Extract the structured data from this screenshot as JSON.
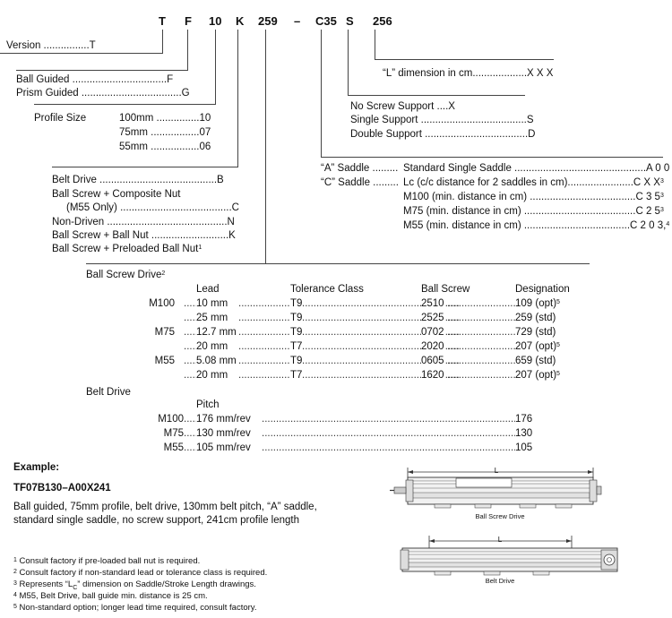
{
  "code": {
    "T": "T",
    "F": "F",
    "size": "10",
    "drive": "K",
    "screw": "259",
    "dash": "–",
    "saddle": "C35",
    "support": "S",
    "length": "256"
  },
  "version": {
    "label": "Version ................T"
  },
  "length": {
    "label": "“L” dimension in cm...................X X X"
  },
  "guide": {
    "ball": "Ball Guided .................................F",
    "prism": "Prism Guided ...................................G"
  },
  "support": {
    "none": "No Screw Support ....X",
    "single": "Single Support .....................................S",
    "double": "Double Support ....................................D"
  },
  "profile": {
    "label": "Profile Size",
    "r100": "100mm ...............10",
    "r75": "75mm .................07",
    "r55": "55mm .................06"
  },
  "drive": {
    "belt": "Belt Drive .........................................B",
    "composite1": "Ball Screw + Composite Nut",
    "composite2": "(M55 Only) .......................................C",
    "nondriven": "Non-Driven ..........................................N",
    "ballnut": "Ball Screw + Ball Nut ...........................K",
    "preloaded": "Ball Screw + Preloaded Ball Nut",
    "preloaded_sup": "1"
  },
  "saddle": {
    "a_label": "“A” Saddle .........",
    "a_value": "Standard Single Saddle ..............................................A 0 0",
    "c_label": "“C” Saddle .........",
    "c_value": "Lc (c/c distance for 2 saddles in cm).......................C X X",
    "c_sup": "3",
    "m100": "M100 (min. distance in cm) .....................................C 3 5",
    "m100_sup": "3",
    "m75": "M75 (min. distance in cm) .......................................C 2 5",
    "m75_sup": "3",
    "m55": "M55 (min. distance in cm) .....................................C 2 0 3,",
    "m55_sup": "4"
  },
  "ballscrew": {
    "title": "Ball Screw Drive",
    "title_sup": "2",
    "headers": [
      "Lead",
      "Tolerance Class",
      "Ball Screw",
      "Designation"
    ],
    "rows": [
      {
        "model": "M100",
        "lead": "10 mm",
        "tol": "T9",
        "screw": "2510",
        "des": "109 (opt)",
        "sup": "5"
      },
      {
        "model": "",
        "lead": "25 mm",
        "tol": "T9",
        "screw": "2525",
        "des": "259 (std)",
        "sup": ""
      },
      {
        "model": "M75",
        "lead": "12.7 mm",
        "tol": "T9",
        "screw": "0702",
        "des": "729 (std)",
        "sup": ""
      },
      {
        "model": "",
        "lead": "20 mm",
        "tol": "T7",
        "screw": "2020",
        "des": "207 (opt)",
        "sup": "5"
      },
      {
        "model": "M55",
        "lead": "5.08 mm",
        "tol": "T9",
        "screw": "0605",
        "des": "659 (std)",
        "sup": ""
      },
      {
        "model": "",
        "lead": "20 mm",
        "tol": "T7",
        "screw": "1620",
        "des": "207 (opt)",
        "sup": "5"
      }
    ]
  },
  "belt": {
    "title": "Belt Drive",
    "pitch": "Pitch",
    "rows": [
      {
        "model": "M100",
        "pitch": "176 mm/rev",
        "des": "176"
      },
      {
        "model": "M75",
        "pitch": "130 mm/rev",
        "des": "130"
      },
      {
        "model": "M55",
        "pitch": "105 mm/rev",
        "des": "105"
      }
    ]
  },
  "example": {
    "heading": "Example:",
    "code": "TF07B130–A00X241",
    "line1": "Ball guided, 75mm profile, belt drive, 130mm belt pitch, “A” saddle,",
    "line2": "standard single saddle, no screw support, 241cm profile length"
  },
  "figures": {
    "dim_label": "L",
    "screw_caption": "Ball Screw Drive",
    "belt_caption": "Belt Drive"
  },
  "footnotes": {
    "f1n": "1",
    "f1": "Consult factory if pre-loaded ball nut is required.",
    "f2n": "2",
    "f2": "Consult factory if non-standard lead or tolerance class is required.",
    "f3n": "3",
    "f3a": "Represents “L",
    "f3sub": "C",
    "f3b": "” dimension on Saddle/Stroke Length drawings.",
    "f4n": "4",
    "f4": "M55, Belt Drive, ball guide min. distance is 25 cm.",
    "f5n": "5",
    "f5": "Non-standard option; longer lead time required, consult factory."
  }
}
